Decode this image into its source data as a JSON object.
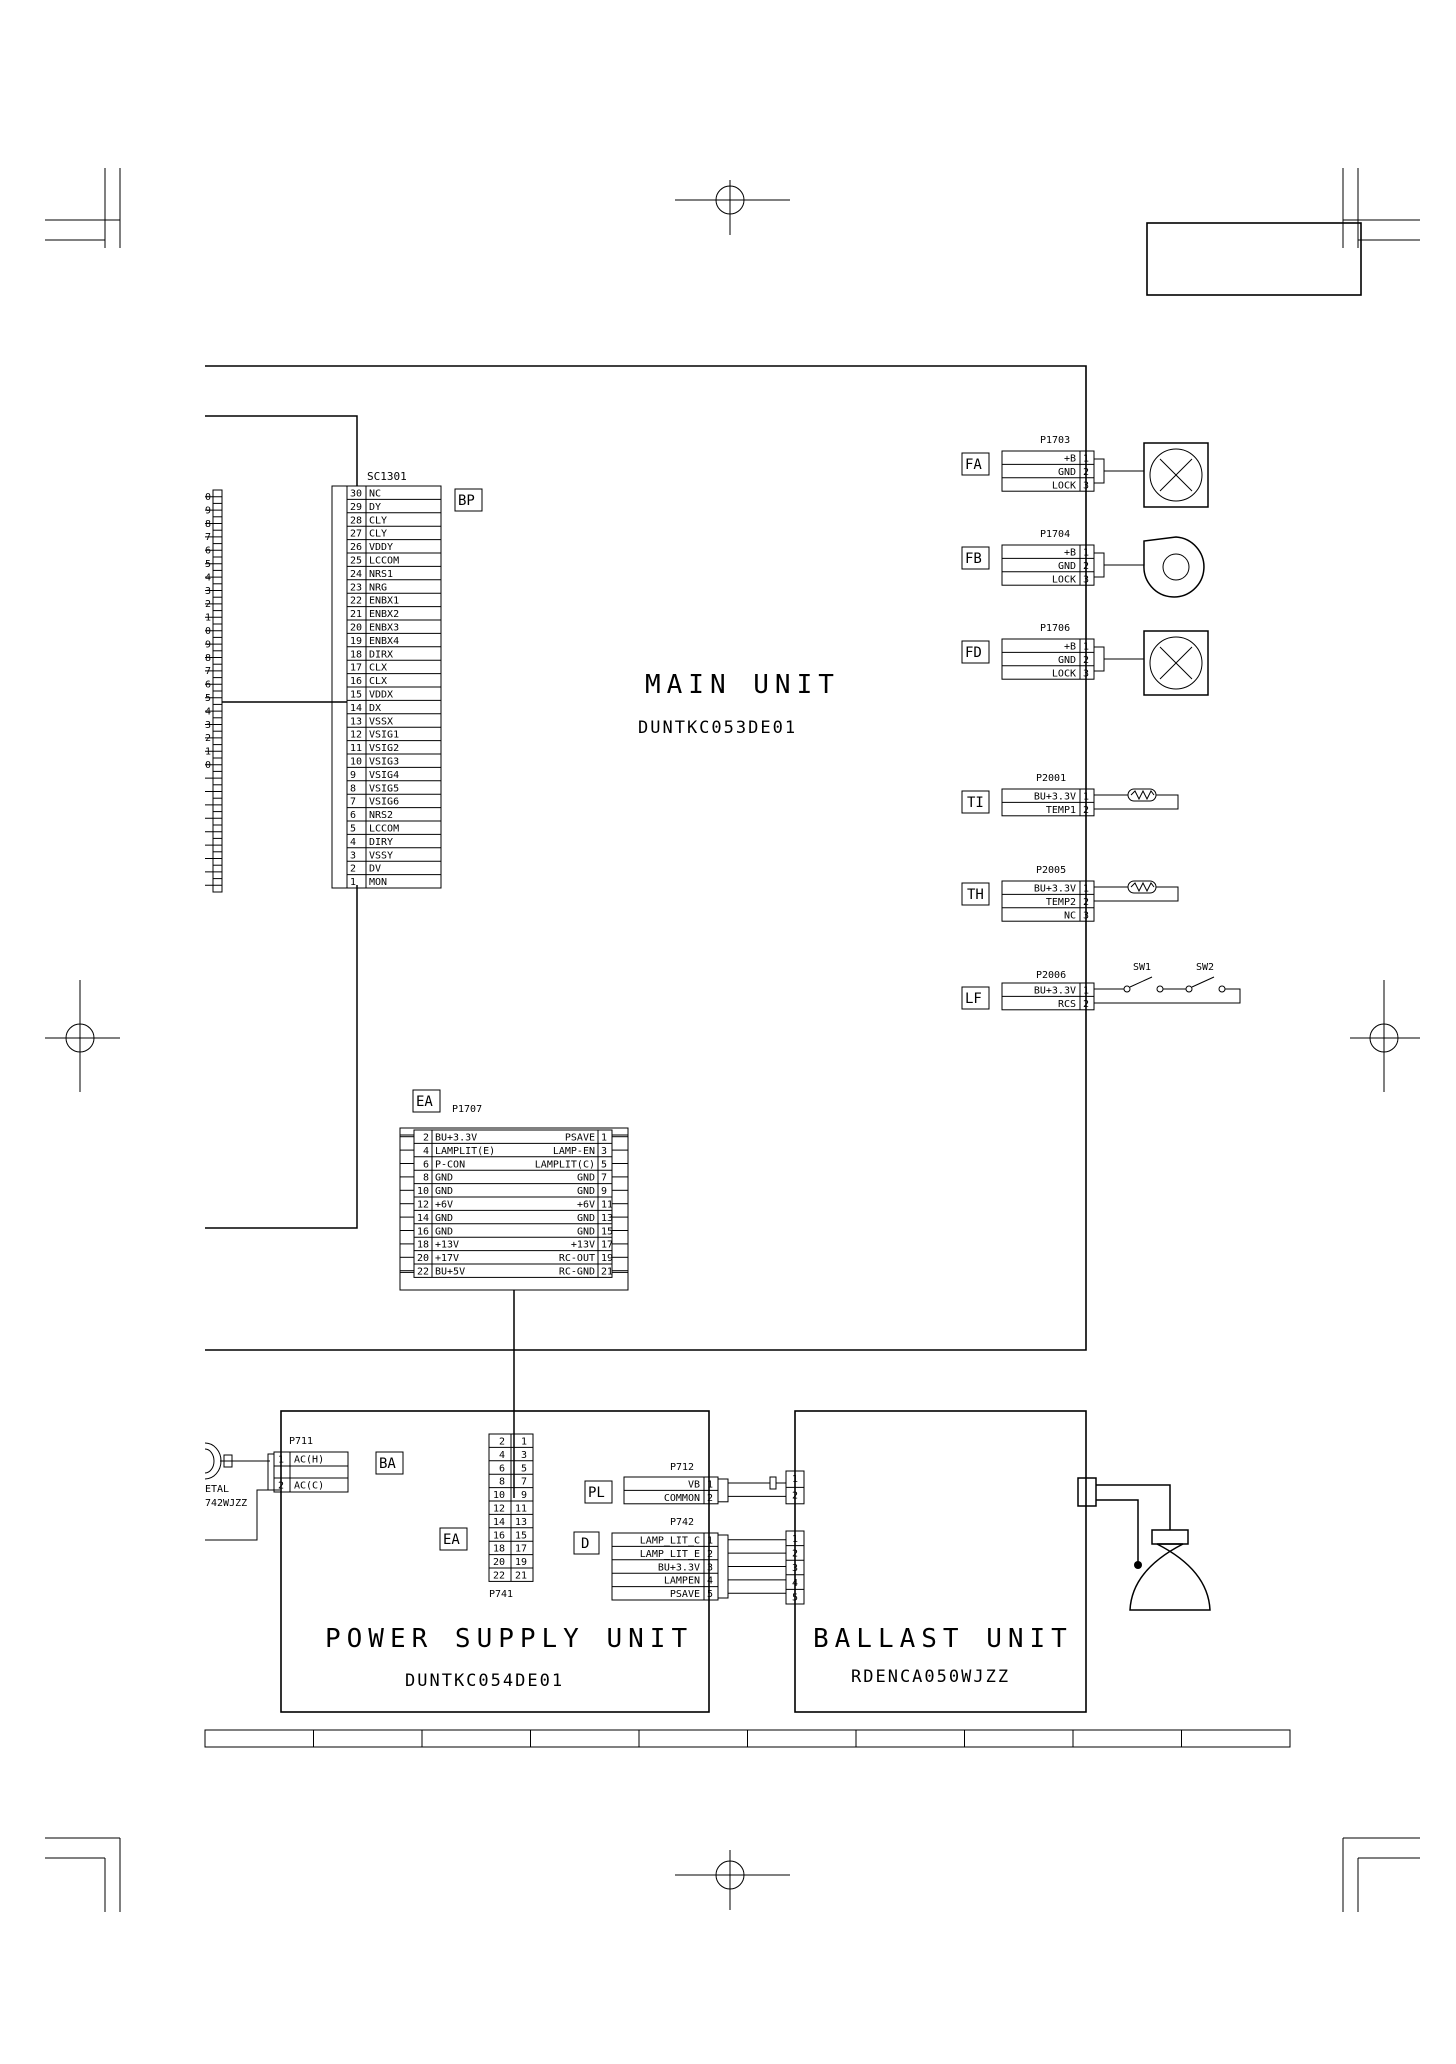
{
  "main_unit": {
    "title": "MAIN UNIT",
    "part": "DUNTKC053DE01"
  },
  "power_unit": {
    "title": "POWER SUPPLY UNIT",
    "part": "DUNTKC054DE01"
  },
  "ballast_unit": {
    "title": "BALLAST UNIT",
    "part": "RDENCA050WJZZ"
  },
  "sc1301": {
    "name": "SC1301",
    "tag": "BP",
    "pins": [
      {
        "n": "30",
        "s": "NC"
      },
      {
        "n": "29",
        "s": "DY"
      },
      {
        "n": "28",
        "s": "CLY"
      },
      {
        "n": "27",
        "s": "CLY"
      },
      {
        "n": "26",
        "s": "VDDY"
      },
      {
        "n": "25",
        "s": "LCCOM"
      },
      {
        "n": "24",
        "s": "NRS1"
      },
      {
        "n": "23",
        "s": "NRG"
      },
      {
        "n": "22",
        "s": "ENBX1"
      },
      {
        "n": "21",
        "s": "ENBX2"
      },
      {
        "n": "20",
        "s": "ENBX3"
      },
      {
        "n": "19",
        "s": "ENBX4"
      },
      {
        "n": "18",
        "s": "DIRX"
      },
      {
        "n": "17",
        "s": "CLX"
      },
      {
        "n": "16",
        "s": "CLX"
      },
      {
        "n": "15",
        "s": "VDDX"
      },
      {
        "n": "14",
        "s": "DX"
      },
      {
        "n": "13",
        "s": "VSSX"
      },
      {
        "n": "12",
        "s": "VSIG1"
      },
      {
        "n": "11",
        "s": "VSIG2"
      },
      {
        "n": "10",
        "s": "VSIG3"
      },
      {
        "n": "9",
        "s": "VSIG4"
      },
      {
        "n": "8",
        "s": "VSIG5"
      },
      {
        "n": "7",
        "s": "VSIG6"
      },
      {
        "n": "6",
        "s": "NRS2"
      },
      {
        "n": "5",
        "s": "LCCOM"
      },
      {
        "n": "4",
        "s": "DIRY"
      },
      {
        "n": "3",
        "s": "VSSY"
      },
      {
        "n": "2",
        "s": "DV"
      },
      {
        "n": "1",
        "s": "MON"
      }
    ],
    "left_edge_digits": [
      "0",
      "9",
      "8",
      "7",
      "6",
      "5",
      "4",
      "3",
      "2",
      "1",
      "0",
      "9",
      "8",
      "7",
      "6",
      "5",
      "4",
      "3",
      "2",
      "1",
      "0",
      "",
      "",
      "",
      "",
      "",
      "",
      "",
      "",
      ""
    ]
  },
  "fan_connectors": [
    {
      "tag": "FA",
      "name": "P1703",
      "pins": [
        {
          "n": "1",
          "s": "+B"
        },
        {
          "n": "2",
          "s": "GND"
        },
        {
          "n": "3",
          "s": "LOCK"
        }
      ],
      "device": "fan"
    },
    {
      "tag": "FB",
      "name": "P1704",
      "pins": [
        {
          "n": "1",
          "s": "+B"
        },
        {
          "n": "2",
          "s": "GND"
        },
        {
          "n": "3",
          "s": "LOCK"
        }
      ],
      "device": "blower"
    },
    {
      "tag": "FD",
      "name": "P1706",
      "pins": [
        {
          "n": "1",
          "s": "+B"
        },
        {
          "n": "2",
          "s": "GND"
        },
        {
          "n": "3",
          "s": "LOCK"
        }
      ],
      "device": "fan"
    }
  ],
  "sensor_connectors": [
    {
      "tag": "TI",
      "name": "P2001",
      "pins": [
        {
          "n": "1",
          "s": "BU+3.3V"
        },
        {
          "n": "2",
          "s": "TEMP1"
        }
      ]
    },
    {
      "tag": "TH",
      "name": "P2005",
      "pins": [
        {
          "n": "1",
          "s": "BU+3.3V"
        },
        {
          "n": "2",
          "s": "TEMP2"
        },
        {
          "n": "3",
          "s": "NC"
        }
      ]
    }
  ],
  "lid_connector": {
    "tag": "LF",
    "name": "P2006",
    "pins": [
      {
        "n": "1",
        "s": "BU+3.3V"
      },
      {
        "n": "2",
        "s": "RCS"
      }
    ],
    "switches": [
      "SW1",
      "SW2"
    ]
  },
  "p1707": {
    "tag": "EA",
    "name": "P1707",
    "rows": [
      {
        "ln": "2",
        "ls": "BU+3.3V",
        "rs": "PSAVE",
        "rn": "1"
      },
      {
        "ln": "4",
        "ls": "LAMPLIT(E)",
        "rs": "LAMP-EN",
        "rn": "3"
      },
      {
        "ln": "6",
        "ls": "P-CON",
        "rs": "LAMPLIT(C)",
        "rn": "5"
      },
      {
        "ln": "8",
        "ls": "GND",
        "rs": "GND",
        "rn": "7"
      },
      {
        "ln": "10",
        "ls": "GND",
        "rs": "GND",
        "rn": "9"
      },
      {
        "ln": "12",
        "ls": "+6V",
        "rs": "+6V",
        "rn": "11"
      },
      {
        "ln": "14",
        "ls": "GND",
        "rs": "GND",
        "rn": "13"
      },
      {
        "ln": "16",
        "ls": "GND",
        "rs": "GND",
        "rn": "15"
      },
      {
        "ln": "18",
        "ls": "+13V",
        "rs": "+13V",
        "rn": "17"
      },
      {
        "ln": "20",
        "ls": "+17V",
        "rs": "RC-OUT",
        "rn": "19"
      },
      {
        "ln": "22",
        "ls": "BU+5V",
        "rs": "RC-GND",
        "rn": "21"
      }
    ]
  },
  "p711": {
    "tag": "BA",
    "name": "P711",
    "pins": [
      {
        "n": "1",
        "s": "AC(H)"
      },
      {
        "n": "2",
        "s": "AC(C)"
      }
    ]
  },
  "p741": {
    "tag": "EA",
    "name": "P741",
    "rows": [
      {
        "l": "2",
        "r": "1"
      },
      {
        "l": "4",
        "r": "3"
      },
      {
        "l": "6",
        "r": "5"
      },
      {
        "l": "8",
        "r": "7"
      },
      {
        "l": "10",
        "r": "9"
      },
      {
        "l": "12",
        "r": "11"
      },
      {
        "l": "14",
        "r": "13"
      },
      {
        "l": "16",
        "r": "15"
      },
      {
        "l": "18",
        "r": "17"
      },
      {
        "l": "20",
        "r": "19"
      },
      {
        "l": "22",
        "r": "21"
      }
    ]
  },
  "p712": {
    "tag": "PL",
    "name": "P712",
    "pins": [
      {
        "n": "1",
        "s": "VB"
      },
      {
        "n": "2",
        "s": "COMMON"
      }
    ],
    "mate": [
      "1",
      "2"
    ]
  },
  "p742": {
    "tag": "D",
    "name": "P742",
    "pins": [
      {
        "n": "1",
        "s": "LAMP_LIT_C"
      },
      {
        "n": "2",
        "s": "LAMP_LIT_E"
      },
      {
        "n": "3",
        "s": "BU+3.3V"
      },
      {
        "n": "4",
        "s": "LAMPEN"
      },
      {
        "n": "5",
        "s": "PSAVE"
      }
    ],
    "mate": [
      "1",
      "2",
      "3",
      "4",
      "5"
    ]
  },
  "cutoff_text": [
    "ETAL",
    "742WJZZ"
  ]
}
